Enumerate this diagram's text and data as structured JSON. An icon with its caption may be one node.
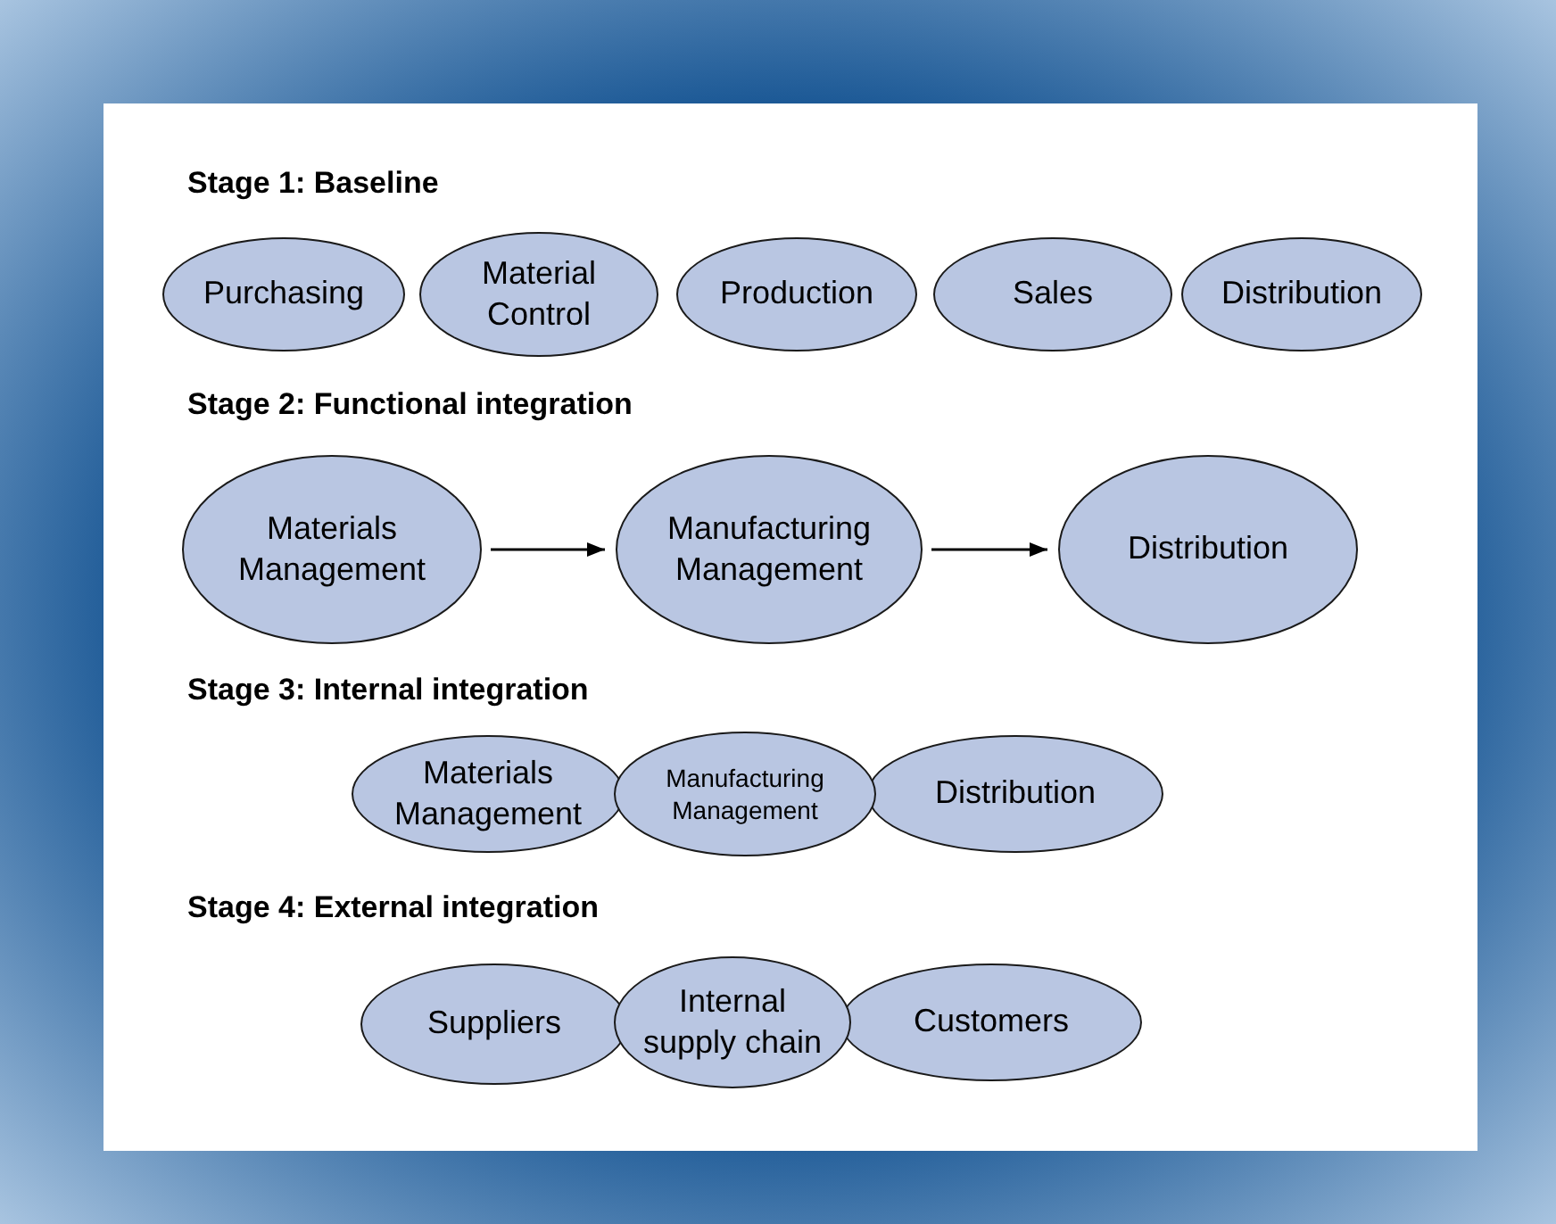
{
  "diagram": {
    "nodes": [
      {
        "text": [
          "Purchasing"
        ]
      },
      {
        "text": [
          "Material Control"
        ]
      },
      {
        "text": [
          "Production"
        ]
      },
      {
        "text": [
          "Sales"
        ]
      },
      {
        "text": [
          "Distribution"
        ]
      },
      {
        "text": [
          "Materials Management"
        ]
      },
      {
        "text": [
          "Manufacturing Management"
        ]
      },
      {
        "text": [
          "Distribution"
        ]
      },
      {
        "text": [
          "Materials Management"
        ]
      },
      {
        "text": [
          "Manufacturing Management"
        ]
      },
      {
        "text": [
          "Distribution"
        ]
      },
      {
        "text": [
          "Suppliers"
        ]
      },
      {
        "text": [
          "Internal supply chain"
        ]
      },
      {
        "text": [
          "Customers"
        ]
      }
    ],
    "edges": [
      {
        "from": 5,
        "to": 6,
        "arrow": "to"
      },
      {
        "from": 6,
        "to": 7,
        "arrow": "to"
      }
    ],
    "labels": [
      "Stage 1: Baseline",
      "Stage 2: Functional integration",
      "Stage 3: Internal integration",
      "Stage 4: External integration"
    ]
  }
}
